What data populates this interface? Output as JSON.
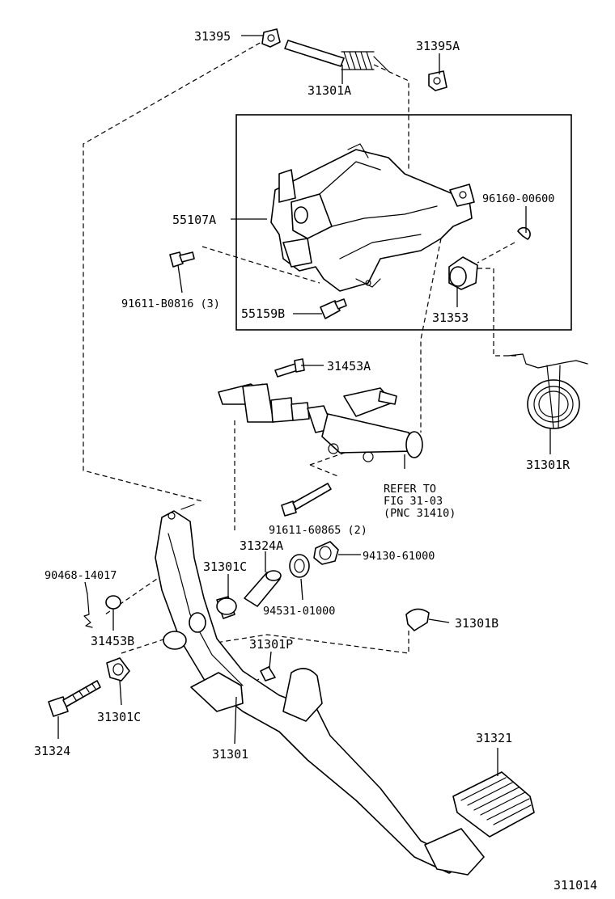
{
  "diagram_id": "311014",
  "parts": {
    "p31395": "31395",
    "p31301A": "31301A",
    "p31395A": "31395A",
    "p55107A": "55107A",
    "p96160": "96160-00600",
    "p91611B": "91611-B0816 (3)",
    "p55159B": "55159B",
    "p31353": "31353",
    "p31453A": "31453A",
    "p31301R": "31301R",
    "p91611_60865": "91611-60865 (2)",
    "p31324A": "31324A",
    "p94130": "94130-61000",
    "p90468": "90468-14017",
    "p31301C_top": "31301C",
    "p94531": "94531-01000",
    "p31453B": "31453B",
    "p31301B": "31301B",
    "p31301P": "31301P",
    "p31301C_bottom": "31301C",
    "p31324": "31324",
    "p31301": "31301",
    "p31321": "31321"
  },
  "refer_note": {
    "line1": "REFER TO",
    "line2": "FIG 31-03",
    "line3": "(PNC 31410)"
  }
}
